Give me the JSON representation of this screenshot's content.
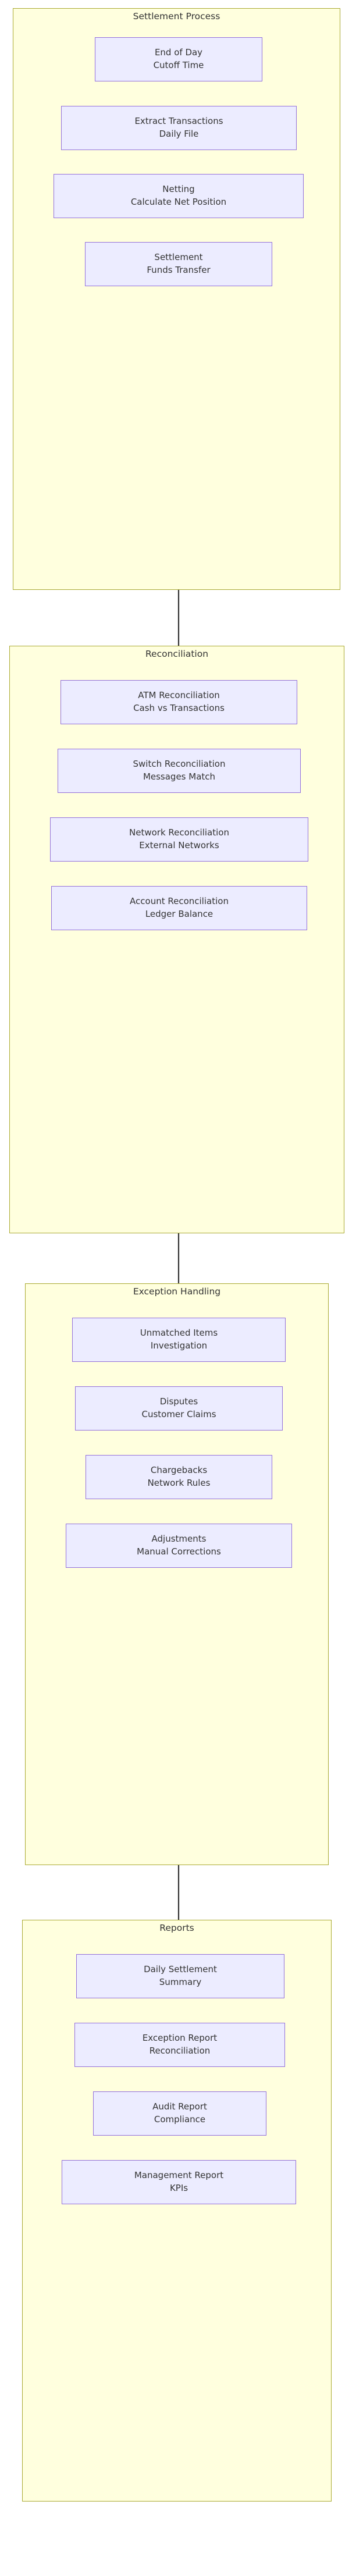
{
  "diagram": {
    "type": "flowchart",
    "orientation": "top-to-bottom",
    "colors": {
      "cluster_fill": "#ffffde",
      "cluster_stroke": "#aaaa33",
      "node_fill": "#ececff",
      "node_stroke": "#9370db",
      "text": "#333333",
      "edge": "#333333"
    },
    "subgraphs": [
      {
        "id": "settlement-process",
        "title": "Settlement Process",
        "nodes": [
          {
            "id": "end-of-day",
            "line1": "End of Day",
            "line2": "Cutoff Time"
          },
          {
            "id": "extract-transactions",
            "line1": "Extract Transactions",
            "line2": "Daily File"
          },
          {
            "id": "netting",
            "line1": "Netting",
            "line2": "Calculate Net Position"
          },
          {
            "id": "settlement",
            "line1": "Settlement",
            "line2": "Funds Transfer"
          }
        ]
      },
      {
        "id": "reconciliation",
        "title": "Reconciliation",
        "nodes": [
          {
            "id": "atm-reconciliation",
            "line1": "ATM Reconciliation",
            "line2": "Cash vs Transactions"
          },
          {
            "id": "switch-reconciliation",
            "line1": "Switch Reconciliation",
            "line2": "Messages Match"
          },
          {
            "id": "network-reconciliation",
            "line1": "Network Reconciliation",
            "line2": "External Networks"
          },
          {
            "id": "account-reconciliation",
            "line1": "Account Reconciliation",
            "line2": "Ledger Balance"
          }
        ]
      },
      {
        "id": "exception-handling",
        "title": "Exception Handling",
        "nodes": [
          {
            "id": "unmatched-items",
            "line1": "Unmatched Items",
            "line2": "Investigation"
          },
          {
            "id": "disputes",
            "line1": "Disputes",
            "line2": "Customer Claims"
          },
          {
            "id": "chargebacks",
            "line1": "Chargebacks",
            "line2": "Network Rules"
          },
          {
            "id": "adjustments",
            "line1": "Adjustments",
            "line2": "Manual Corrections"
          }
        ]
      },
      {
        "id": "reports",
        "title": "Reports",
        "nodes": [
          {
            "id": "daily-settlement",
            "line1": "Daily Settlement",
            "line2": "Summary"
          },
          {
            "id": "exception-report",
            "line1": "Exception Report",
            "line2": "Reconciliation"
          },
          {
            "id": "audit-report",
            "line1": "Audit Report",
            "line2": "Compliance"
          },
          {
            "id": "management-report",
            "line1": "Management Report",
            "line2": "KPIs"
          }
        ]
      }
    ],
    "edges": [
      {
        "from": "end-of-day",
        "to": "extract-transactions"
      },
      {
        "from": "extract-transactions",
        "to": "netting"
      },
      {
        "from": "netting",
        "to": "settlement"
      },
      {
        "from": "settlement",
        "to": "atm-reconciliation"
      },
      {
        "from": "atm-reconciliation",
        "to": "switch-reconciliation"
      },
      {
        "from": "switch-reconciliation",
        "to": "network-reconciliation"
      },
      {
        "from": "network-reconciliation",
        "to": "account-reconciliation"
      },
      {
        "from": "account-reconciliation",
        "to": "unmatched-items"
      },
      {
        "from": "unmatched-items",
        "to": "disputes"
      },
      {
        "from": "disputes",
        "to": "chargebacks"
      },
      {
        "from": "chargebacks",
        "to": "adjustments"
      },
      {
        "from": "adjustments",
        "to": "daily-settlement"
      },
      {
        "from": "daily-settlement",
        "to": "exception-report"
      },
      {
        "from": "exception-report",
        "to": "audit-report"
      },
      {
        "from": "audit-report",
        "to": "management-report"
      }
    ]
  }
}
